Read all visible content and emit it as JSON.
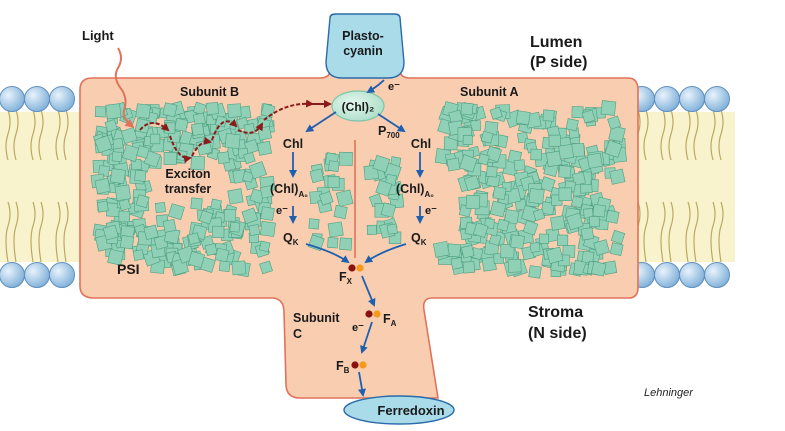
{
  "labels": {
    "light": "Light",
    "lumen_line1": "Lumen",
    "lumen_line2": "(P side)",
    "stroma_line1": "Stroma",
    "stroma_line2": "(N side)",
    "plastocyanin_line1": "Plasto-",
    "plastocyanin_line2": "cyanin",
    "electron_top": "e⁻",
    "subunit_b": "Subunit B",
    "subunit_a": "Subunit A",
    "chl2": "(Chl)₂",
    "p700": "P",
    "p700_sub": "700",
    "chl_left": "Chl",
    "chl_right": "Chl",
    "exciton_line1": "Exciton",
    "exciton_line2": "transfer",
    "chla0_left": "(Chl)",
    "chla0_right": "(Chl)",
    "a0_sub": "A₀",
    "electron_left": "e⁻",
    "electron_right": "e⁻",
    "qk_left": "Q",
    "qk_right": "Q",
    "k_sub": "K",
    "psi": "PSI",
    "fx": "F",
    "x_sub": "X",
    "subunit_c_line1": "Subunit",
    "subunit_c_line2": "C",
    "electron_c": "e⁻",
    "fa": "F",
    "a_sub": "A",
    "fb": "F",
    "b_sub": "B",
    "ferredoxin": "Ferredoxin",
    "credit": "Lehninger"
  },
  "colors": {
    "protein_fill": "#f9cdb0",
    "protein_stroke": "#e0735a",
    "chlorophyll_squares": "#8fd0b6",
    "plastocyanin": "#a9dbe9",
    "membrane_head": "#8fbbe0",
    "membrane_tail": "#f3e9a2",
    "arrow_blue": "#1f5fb0",
    "exciton_arrow": "#8b1a1a",
    "light_arrow": "#e0735a",
    "fe_s_dark": "#8b1010",
    "fe_s_orange": "#f59a1a"
  }
}
